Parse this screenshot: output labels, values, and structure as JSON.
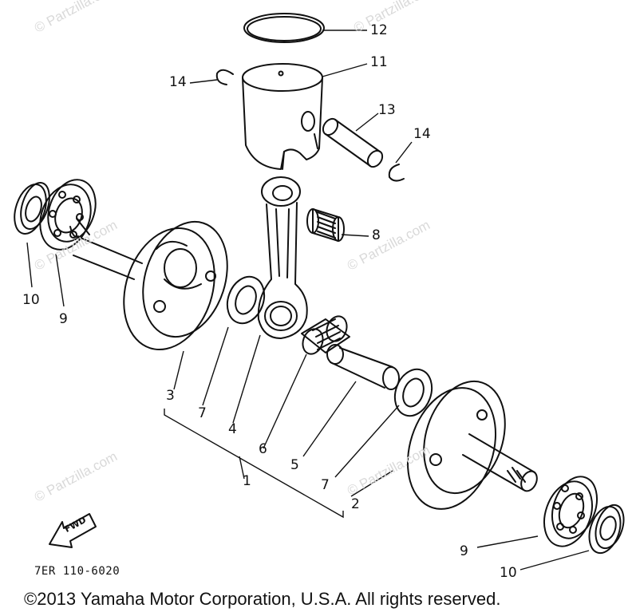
{
  "watermark": "© Partzilla.com",
  "callouts": {
    "c12": "12",
    "c11": "11",
    "c14a": "14",
    "c13": "13",
    "c14b": "14",
    "c8": "8",
    "c10a": "10",
    "c9a": "9",
    "c3": "3",
    "c7a": "7",
    "c4": "4",
    "c6": "6",
    "c1": "1",
    "c5": "5",
    "c7b": "7",
    "c2": "2",
    "c9b": "9",
    "c10b": "10"
  },
  "fwd_label": "FWD",
  "diagram_code": "7ER 110-6020",
  "copyright": "©2013  Yamaha Motor Corporation, U.S.A. All rights reserved."
}
